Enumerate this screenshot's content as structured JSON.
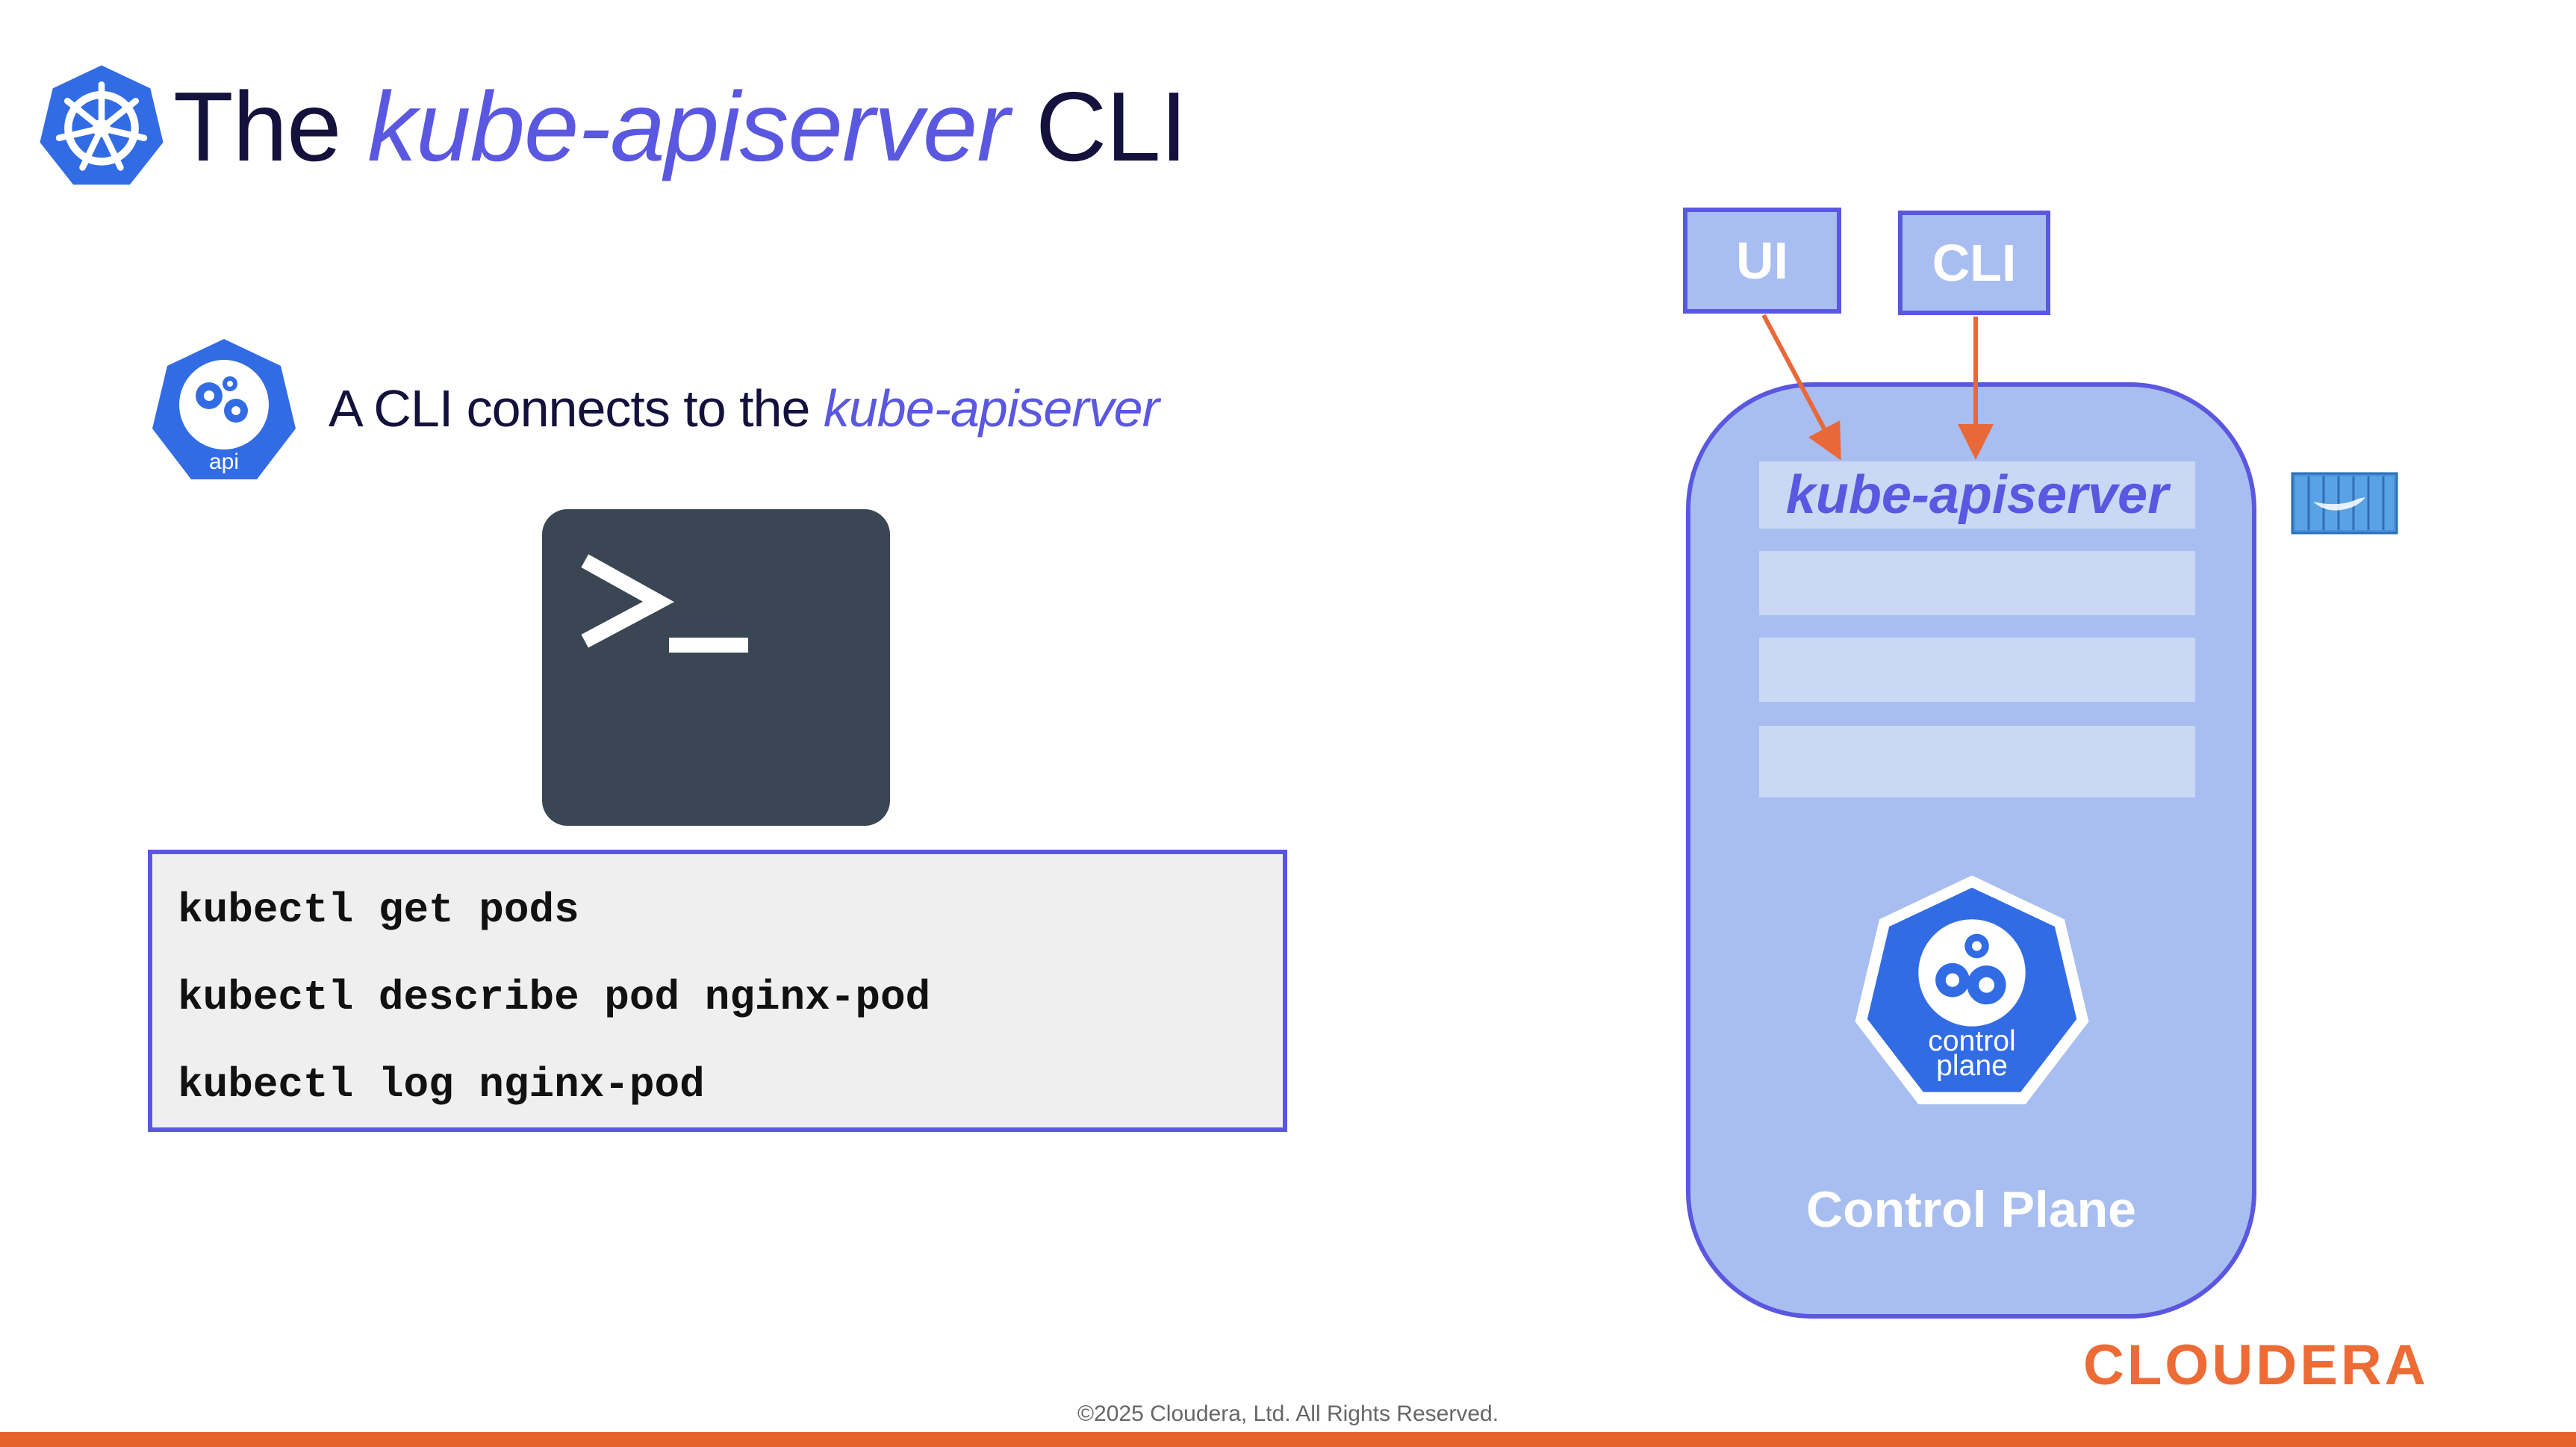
{
  "slide": {
    "title_prefix": "The",
    "title_highlight": "kube-apiserver",
    "title_suffix": "CLI",
    "subtitle_prefix": "A CLI connects to the",
    "subtitle_highlight": "kube-apiserver"
  },
  "icons": {
    "header_logo": "kubernetes-helm-wheel-icon",
    "api_logo": "kubernetes-api-icon",
    "api_logo_text": "api",
    "terminal": "terminal-prompt-icon",
    "control_plane_logo": "kubernetes-control-plane-icon",
    "control_plane_logo_text_1": "control",
    "control_plane_logo_text_2": "plane",
    "container": "docker-container-icon"
  },
  "code": {
    "lines": [
      "kubectl get pods",
      "kubectl describe pod nginx-pod",
      "kubectl log nginx-pod"
    ]
  },
  "diagram": {
    "ui_label": "UI",
    "cli_label": "CLI",
    "apiserver_label": "kube-apiserver",
    "control_plane_label": "Control Plane"
  },
  "footer": {
    "brand": "CLOUDERA",
    "copyright": "©2025 Cloudera, Ltd. All Rights Reserved."
  },
  "colors": {
    "accent": "#5a57e0",
    "kubernetes_blue": "#326ce5",
    "box_fill": "#a9bef0",
    "row_fill": "#cad8f6",
    "arrow": "#e9683a",
    "brand_orange": "#ed6b35",
    "terminal_bg": "#3b4655"
  }
}
